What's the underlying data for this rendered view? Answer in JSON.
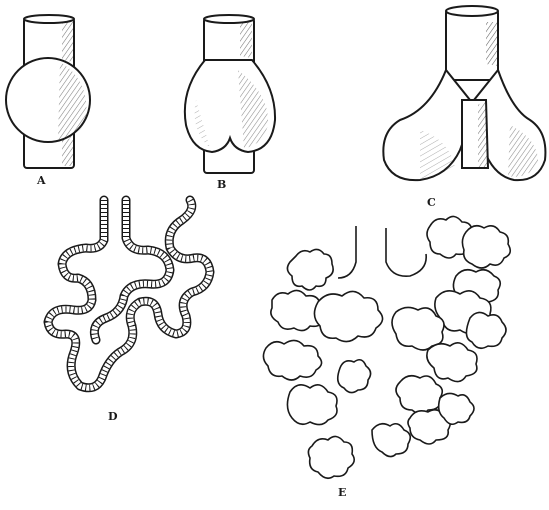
{
  "figure": {
    "labels": {
      "a": "A",
      "b": "B",
      "c": "C",
      "d": "D",
      "e": "E"
    },
    "colors": {
      "ink": "#1a1a1a",
      "paper": "#ffffff"
    }
  }
}
